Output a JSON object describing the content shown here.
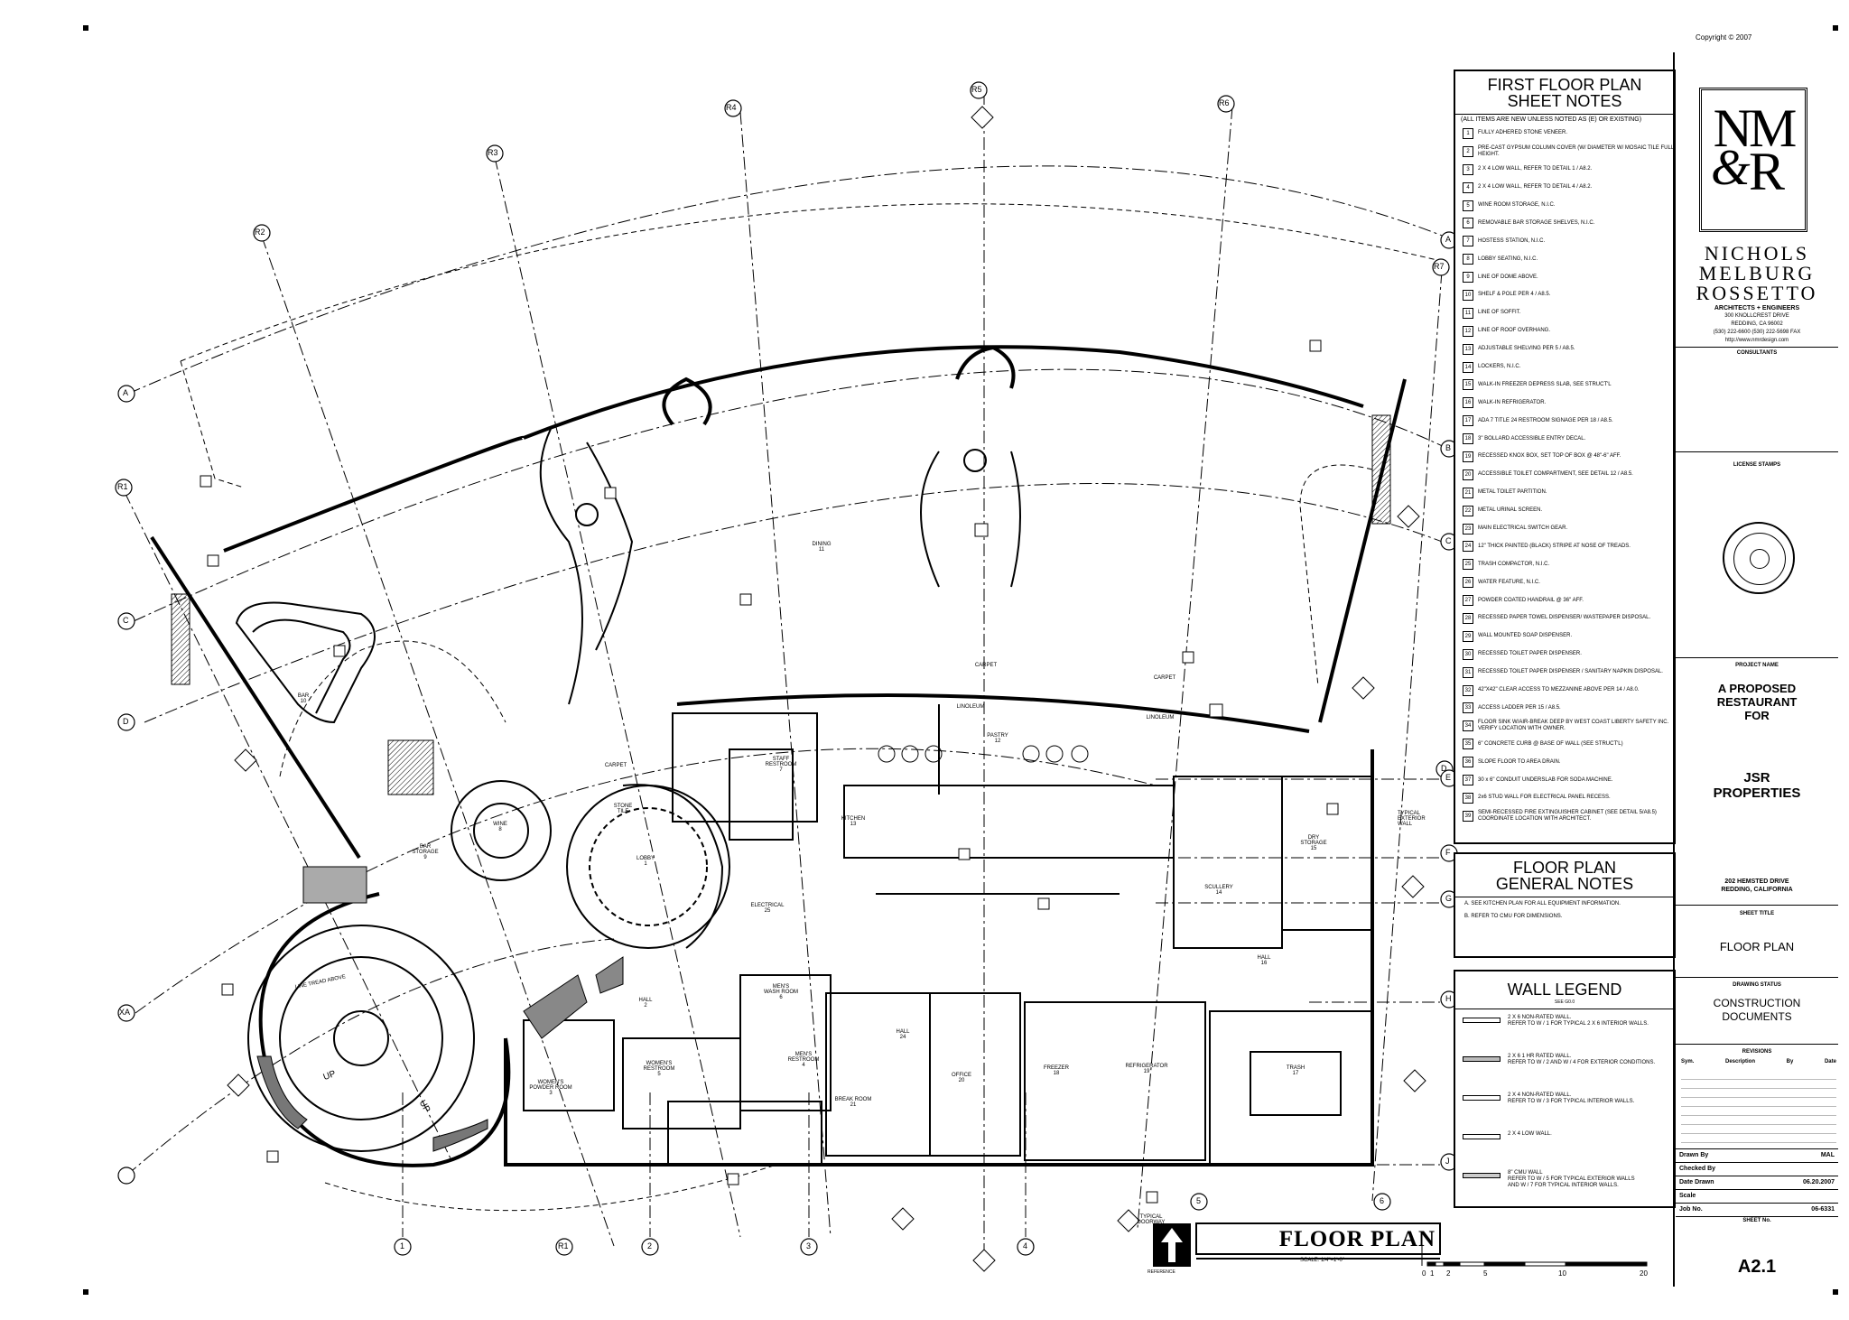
{
  "sheet_notes": {
    "title": "FIRST FLOOR PLAN\nSHEET NOTES",
    "intro": "(ALL ITEMS ARE NEW UNLESS NOTED AS (E) OR EXISTING)",
    "items": [
      {
        "n": "1",
        "t": "FULLY ADHERED STONE VENEER."
      },
      {
        "n": "2",
        "t": "PRE-CAST GYPSUM COLUMN COVER (W/ DIAMETER W/ MOSAIC TILE FULL HEIGHT."
      },
      {
        "n": "3",
        "t": "2 X 4 LOW WALL, REFER TO DETAIL 1 / A8.2."
      },
      {
        "n": "4",
        "t": "2 X 4 LOW WALL, REFER TO DETAIL 4 / A8.2."
      },
      {
        "n": "5",
        "t": "WINE ROOM STORAGE, N.I.C."
      },
      {
        "n": "6",
        "t": "REMOVABLE BAR STORAGE SHELVES, N.I.C."
      },
      {
        "n": "7",
        "t": "HOSTESS STATION, N.I.C."
      },
      {
        "n": "8",
        "t": "LOBBY SEATING, N.I.C."
      },
      {
        "n": "9",
        "t": "LINE OF DOME ABOVE."
      },
      {
        "n": "10",
        "t": "SHELF & POLE PER 4 / A8.5."
      },
      {
        "n": "11",
        "t": "LINE OF SOFFIT."
      },
      {
        "n": "12",
        "t": "LINE OF ROOF OVERHANG."
      },
      {
        "n": "13",
        "t": "ADJUSTABLE SHELVING PER 5 / A8.5."
      },
      {
        "n": "14",
        "t": "LOCKERS, N.I.C."
      },
      {
        "n": "15",
        "t": "WALK-IN FREEZER DEPRESS SLAB, SEE STRUCT'L"
      },
      {
        "n": "16",
        "t": "WALK-IN REFRIGERATOR."
      },
      {
        "n": "17",
        "t": "ADA 7 TITLE 24 RESTROOM SIGNAGE PER 18 / A8.5."
      },
      {
        "n": "18",
        "t": "3\" BOLLARD ACCESSIBLE ENTRY DECAL."
      },
      {
        "n": "19",
        "t": "RECESSED KNOX BOX, SET TOP OF BOX @ 48\"-6\" AFF."
      },
      {
        "n": "20",
        "t": "ACCESSIBLE TOILET COMPARTMENT, SEE DETAIL 12 / A8.5."
      },
      {
        "n": "21",
        "t": "METAL TOILET PARTITION."
      },
      {
        "n": "22",
        "t": "METAL URINAL SCREEN."
      },
      {
        "n": "23",
        "t": "MAIN ELECTRICAL SWITCH GEAR."
      },
      {
        "n": "24",
        "t": "12\" THICK PAINTED (BLACK) STRIPE AT NOSE OF TREADS."
      },
      {
        "n": "25",
        "t": "TRASH COMPACTOR, N.I.C."
      },
      {
        "n": "26",
        "t": "WATER FEATURE, N.I.C."
      },
      {
        "n": "27",
        "t": "POWDER COATED HANDRAIL @ 36\" AFF."
      },
      {
        "n": "28",
        "t": "RECESSED PAPER TOWEL DISPENSER/ WASTEPAPER DISPOSAL."
      },
      {
        "n": "29",
        "t": "WALL MOUNTED SOAP DISPENSER."
      },
      {
        "n": "30",
        "t": "RECESSED TOILET PAPER DISPENSER."
      },
      {
        "n": "31",
        "t": "RECESSED TOILET PAPER DISPENSER / SANITARY NAPKIN DISPOSAL."
      },
      {
        "n": "32",
        "t": "42\"X42\" CLEAR ACCESS TO MEZZANINE ABOVE PER 14 / A8.0."
      },
      {
        "n": "33",
        "t": "ACCESS LADDER PER 15 / A8.5."
      },
      {
        "n": "34",
        "t": "FLOOR SINK W/AIR-BREAK DEEP BY WEST COAST LIBERTY SAFETY INC. VERIFY LOCATION WITH OWNER."
      },
      {
        "n": "35",
        "t": "6\" CONCRETE CURB @ BASE OF WALL (SEE STRUCT'L)"
      },
      {
        "n": "36",
        "t": "SLOPE FLOOR TO AREA DRAIN."
      },
      {
        "n": "37",
        "t": "30 x 6\" CONDUIT UNDERSLAB FOR SODA MACHINE."
      },
      {
        "n": "38",
        "t": "2x6 STUD WALL FOR ELECTRICAL PANEL RECESS."
      },
      {
        "n": "39",
        "t": "SEMI-RECESSED FIRE EXTINGUISHER CABINET (SEE DETAIL 5/A8.5) COORDINATE LOCATION WITH ARCHITECT."
      }
    ]
  },
  "general_notes": {
    "title": "FLOOR PLAN\nGENERAL NOTES",
    "items": [
      {
        "n": "A.",
        "t": "SEE KITCHEN PLAN FOR ALL EQUIPMENT INFORMATION."
      },
      {
        "n": "B.",
        "t": "REFER TO CMU FOR DIMENSIONS."
      }
    ]
  },
  "wall_legend": {
    "title": "WALL LEGEND",
    "sub": "SEE G0.0",
    "items": [
      {
        "t": "2 X 6 NON-RATED WALL.\nREFER TO W / 1 FOR TYPICAL 2 X 6 INTERIOR WALLS.",
        "fill": "#fff"
      },
      {
        "t": "2 X 6 1 HR RATED WALL.\nREFER TO W / 2 AND W / 4 FOR EXTERIOR CONDITIONS.",
        "fill": "#bbb"
      },
      {
        "t": "2 X 4 NON-RATED WALL.\nREFER TO W / 3 FOR TYPICAL INTERIOR WALLS.",
        "fill": "#fff"
      },
      {
        "t": "2 X 4 LOW WALL.",
        "fill": "#fff"
      },
      {
        "t": "8\" CMU WALL\nREFER TO W / 5 FOR TYPICAL EXTERIOR WALLS\nAND W / 7 FOR TYPICAL INTERIOR WALLS.",
        "fill": "#ccc"
      }
    ]
  },
  "title_block": {
    "copyright": "Copyright © 2007",
    "logo_top": "NM",
    "logo_bottom": "R",
    "logo_amp": "&",
    "firm_line1": "NICHOLS",
    "firm_line2": "MELBURG",
    "firm_line3": "ROSSETTO",
    "firm_line4": "ARCHITECTS + ENGINEERS",
    "address1": "300 KNOLLCREST DRIVE",
    "address2": "REDDING, CA 96002",
    "phone": "(530) 222-6600  (530) 222-5698 FAX",
    "web": "http://www.nmrdesign.com",
    "consultants": "CONSULTANTS",
    "license": "LICENSE STAMPS",
    "project_name_label": "PROJECT NAME",
    "project_name": "A PROPOSED\nRESTAURANT\nFOR",
    "client": "JSR\nPROPERTIES",
    "address_line": "202 HEMSTED DRIVE\nREDDING, CALIFORNIA",
    "sheet_title_label": "SHEET TITLE",
    "sheet_title": "FLOOR PLAN",
    "drawing_status_label": "DRAWING STATUS",
    "drawing_status": "CONSTRUCTION\nDOCUMENTS",
    "revisions_label": "REVISIONS",
    "rev_cols": [
      "Sym.",
      "Description",
      "By",
      "Date"
    ],
    "info": [
      {
        "k": "Drawn By",
        "v": "MAL"
      },
      {
        "k": "Checked By",
        "v": ""
      },
      {
        "k": "Date Drawn",
        "v": "06.20.2007"
      },
      {
        "k": "Scale",
        "v": ""
      },
      {
        "k": "Job No.",
        "v": "06-6331"
      }
    ],
    "sheet_no_label": "SHEET No.",
    "sheet_no": "A2.1"
  },
  "drawing_title": {
    "title": "FLOOR PLAN",
    "scale": "SCALE: 1/4\"=1'-0\"",
    "reference": "REFERENCE",
    "scale_marks": [
      "0",
      "1",
      "2",
      "5",
      "10",
      "20"
    ]
  },
  "grid": {
    "radial": [
      "R2",
      "R3",
      "R4",
      "R5",
      "R6",
      "R7",
      "R1"
    ],
    "arc": [
      "A",
      "B",
      "C",
      "D",
      "XA"
    ],
    "right": [
      "A",
      "B",
      "C",
      "D",
      "E",
      "F",
      "G",
      "H",
      "J"
    ],
    "bottom": [
      "1",
      "R1",
      "2",
      "3",
      "4",
      "5",
      "6"
    ]
  },
  "rooms": [
    {
      "name": "DINING",
      "num": "11"
    },
    {
      "name": "BAR",
      "num": "10"
    },
    {
      "name": "LOBBY",
      "num": "1"
    },
    {
      "name": "BAR\nSTORAGE",
      "num": "9"
    },
    {
      "name": "WINE",
      "num": "8"
    },
    {
      "name": "KITCHEN",
      "num": "13"
    },
    {
      "name": "STAFF\nRESTROOM",
      "num": "7"
    },
    {
      "name": "ELECTRICAL",
      "num": "25"
    },
    {
      "name": "MEN'S\nRESTROOM",
      "num": "4"
    },
    {
      "name": "WOMEN'S\nRESTROOM",
      "num": "5"
    },
    {
      "name": "WOMEN'S\nPOWDER ROOM",
      "num": "3"
    },
    {
      "name": "MEN'S\nWASH ROOM",
      "num": "6"
    },
    {
      "name": "HALL",
      "num": "2"
    },
    {
      "name": "HALL",
      "num": "24"
    },
    {
      "name": "HALL",
      "num": "16"
    },
    {
      "name": "BREAK ROOM",
      "num": "21"
    },
    {
      "name": "OFFICE",
      "num": "20"
    },
    {
      "name": "FREEZER",
      "num": "18"
    },
    {
      "name": "REFRIGERATOR",
      "num": "19"
    },
    {
      "name": "TRASH",
      "num": "17"
    },
    {
      "name": "SCULLERY",
      "num": "14"
    },
    {
      "name": "DRY\nSTORAGE",
      "num": "15"
    },
    {
      "name": "PASTRY",
      "num": "12"
    }
  ],
  "labels": {
    "carpet1": "CARPET",
    "carpet2": "CARPET",
    "linoleum1": "LINOLEUM",
    "linoleum2": "LINOLEUM",
    "carpet_lobby": "CARPET",
    "stone_tile": "STONE\nTILE",
    "up1": "UP",
    "up2": "UP",
    "line_above": "LINE TREAD ABOVE",
    "typical_door": "TYPICAL\nDOORWAY",
    "typical_wall": "TYPICAL\nEXTERIOR\nWALL"
  }
}
